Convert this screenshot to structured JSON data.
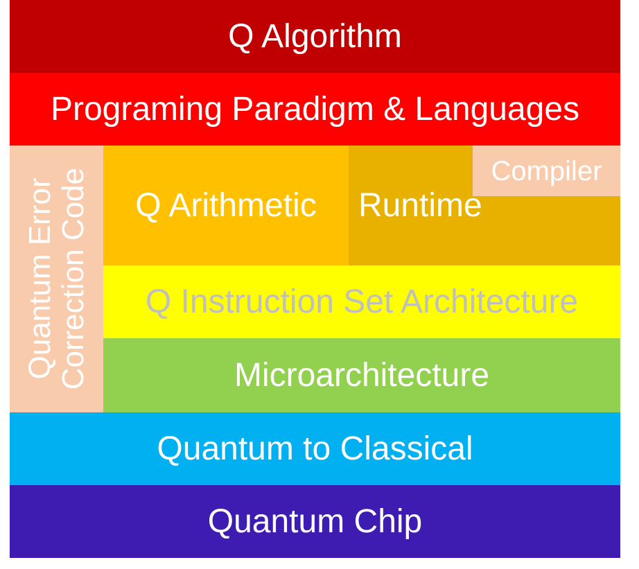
{
  "stack": {
    "algorithm": {
      "label": "Q Algorithm",
      "color": "#c00000"
    },
    "programming": {
      "label": "Programing Paradigm & Languages",
      "color": "#ff0000"
    },
    "error_correction": {
      "line1": "Quantum Error",
      "line2": "Correction Code",
      "color": "#f8cbad"
    },
    "arithmetic": {
      "label": "Q Arithmetic",
      "color": "#ffc000"
    },
    "runtime": {
      "label": "Runtime",
      "color": "#e8b100"
    },
    "compiler": {
      "label": "Compiler",
      "color": "#f8cbad"
    },
    "isa": {
      "label": "Q Instruction Set Architecture",
      "color": "#ffff00"
    },
    "microarchitecture": {
      "label": "Microarchitecture",
      "color": "#92d050"
    },
    "quantum_to_classical": {
      "label": "Quantum to Classical",
      "color": "#00b0f0"
    },
    "chip": {
      "label": "Quantum Chip",
      "color": "#3e1cb2"
    }
  }
}
